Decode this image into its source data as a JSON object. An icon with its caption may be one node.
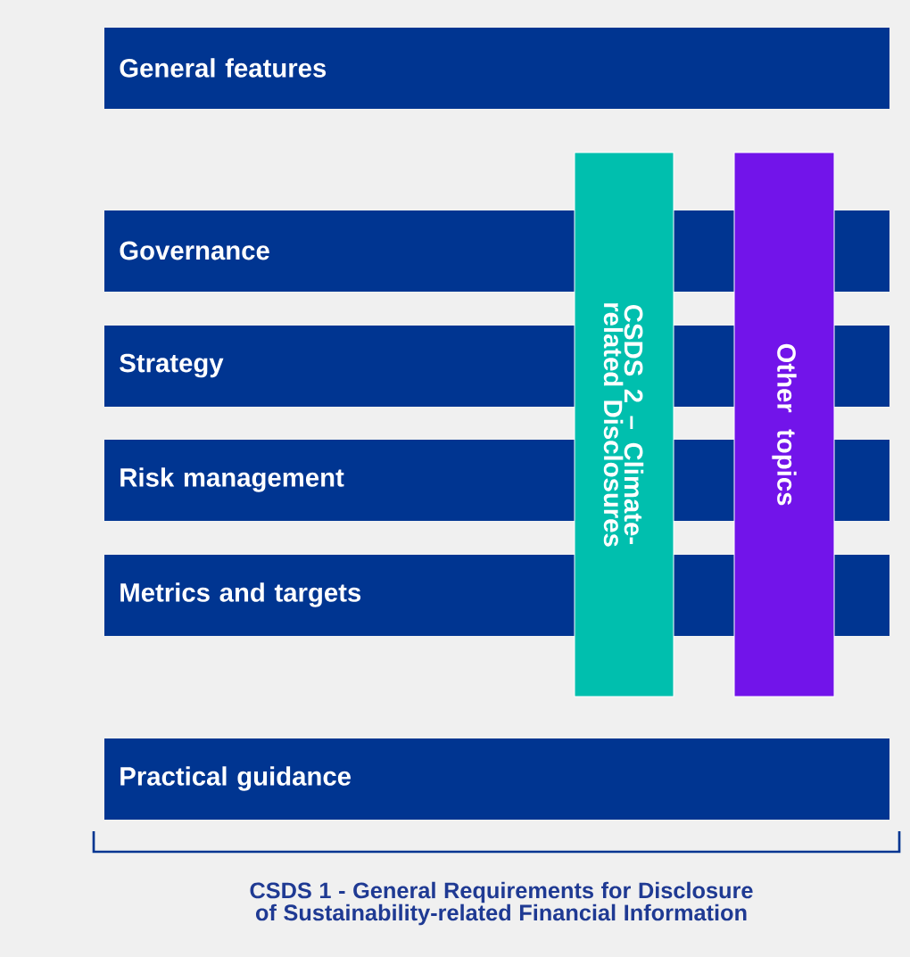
{
  "diagram": {
    "caption": "CSDS 1 - General Requirements for Disclosure of Sustainability-related Financial Information",
    "nodes": [
      {
        "text": [
          "General features"
        ]
      },
      {
        "text": [
          "Governance"
        ]
      },
      {
        "text": [
          "Strategy"
        ]
      },
      {
        "text": [
          "Risk management"
        ]
      },
      {
        "text": [
          "Metrics and targets"
        ]
      },
      {
        "text": [
          "CSDS 2 – Climate-related Disclosures"
        ]
      },
      {
        "text": [
          "Other topics"
        ]
      },
      {
        "text": [
          "Practical guidance"
        ]
      }
    ]
  }
}
